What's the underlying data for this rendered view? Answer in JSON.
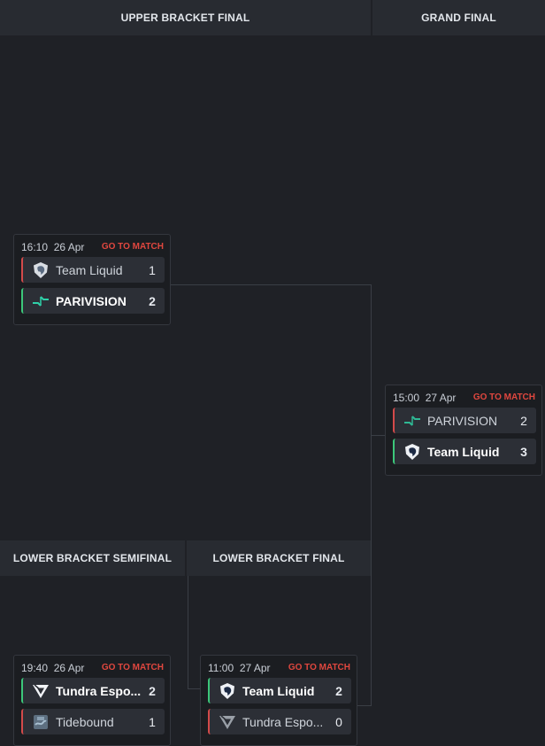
{
  "headers": {
    "ubf": "UPPER BRACKET FINAL",
    "gf": "GRAND FINAL",
    "lbs": "LOWER BRACKET SEMIFINAL",
    "lbf": "LOWER BRACKET FINAL"
  },
  "matches": {
    "ubf": {
      "time": "16:10",
      "date": "26 Apr",
      "action": "GO TO MATCH",
      "teams": [
        {
          "name": "Team Liquid",
          "score": "1",
          "winner": false,
          "logo": "team-liquid-logo"
        },
        {
          "name": "PARIVISION",
          "score": "2",
          "winner": true,
          "logo": "parivision-logo"
        }
      ]
    },
    "gf": {
      "time": "15:00",
      "date": "27 Apr",
      "action": "GO TO MATCH",
      "teams": [
        {
          "name": "PARIVISION",
          "score": "2",
          "winner": false,
          "logo": "parivision-logo"
        },
        {
          "name": "Team Liquid",
          "score": "3",
          "winner": true,
          "logo": "team-liquid-logo"
        }
      ]
    },
    "lbs": {
      "time": "19:40",
      "date": "26 Apr",
      "action": "GO TO MATCH",
      "teams": [
        {
          "name": "Tundra Espo...",
          "score": "2",
          "winner": true,
          "logo": "tundra-logo"
        },
        {
          "name": "Tidebound",
          "score": "1",
          "winner": false,
          "logo": "tidebound-logo"
        }
      ]
    },
    "lbf": {
      "time": "11:00",
      "date": "27 Apr",
      "action": "GO TO MATCH",
      "teams": [
        {
          "name": "Team Liquid",
          "score": "2",
          "winner": true,
          "logo": "team-liquid-logo"
        },
        {
          "name": "Tundra Espo...",
          "score": "0",
          "winner": false,
          "logo": "tundra-logo"
        }
      ]
    }
  },
  "colors": {
    "background": "#1f2126",
    "header": "#282b31",
    "win_marker": "#3cc77a",
    "loss_marker": "#d34a4a",
    "action": "#e0473f"
  }
}
